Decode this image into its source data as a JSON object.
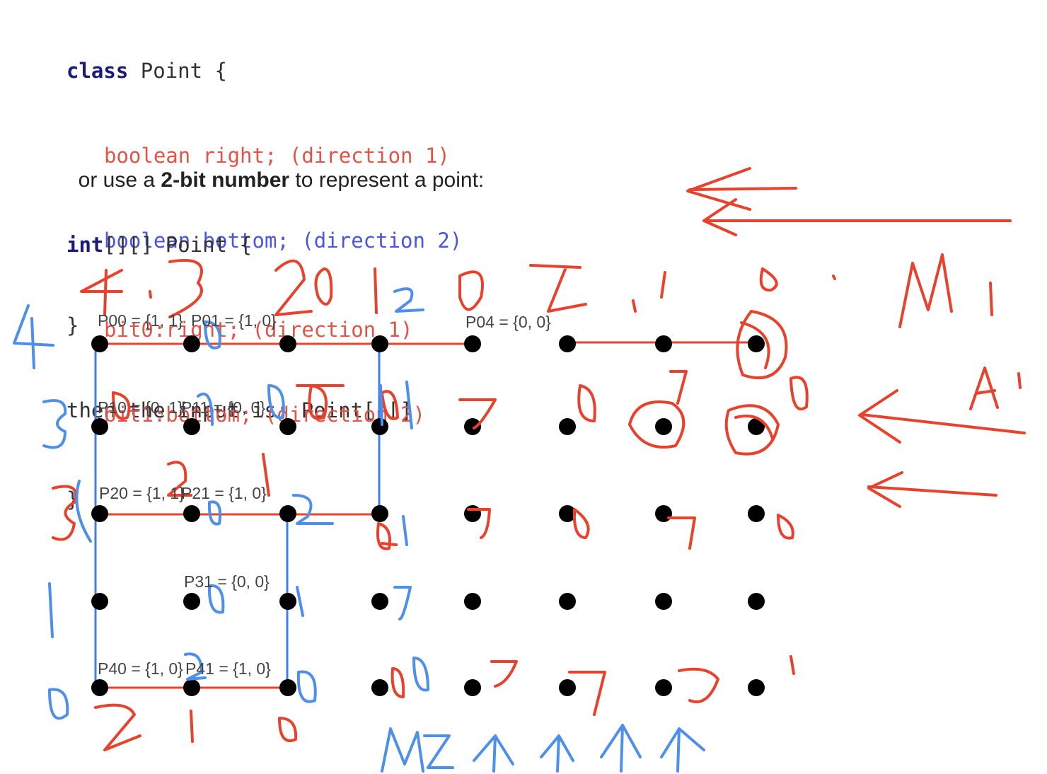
{
  "code_class": {
    "line1_kw": "class",
    "line1_rest": " Point {",
    "line2": "boolean right; (direction 1)",
    "line3": "boolean bottom; (direction 2)",
    "line4": "}"
  },
  "input_line": "then the input is: Point[][]",
  "prose": {
    "before": "or use a ",
    "bold": "2-bit number",
    "after": " to represent a point:"
  },
  "code_int": {
    "line1_kw": "int",
    "line1_rest": "[][] Point {",
    "line2": "bit0:right; (direction 1)",
    "line3": "bit1:bottom; (direction 2)",
    "line4": "}"
  },
  "grid_labels": {
    "p00": "P00 = {1, 1}",
    "p01": "P01 = {1, 0}",
    "p04": "P04 = {0, 0}",
    "p10": "P10 = {0, 1}",
    "p11": "P11 = {0, 0}",
    "p20": "P20 = {1, 1}",
    "p21": "P21 = {1, 0}",
    "p31": "P31 = {0, 0}",
    "p40": "P40 = {1, 0}",
    "p41": "P41 = {1, 0}"
  },
  "colors": {
    "red_line": "#e8412c",
    "blue_line": "#3f7fe6",
    "ink_red": "#e8412c",
    "ink_blue": "#4d8fea",
    "dot": "#000000"
  }
}
